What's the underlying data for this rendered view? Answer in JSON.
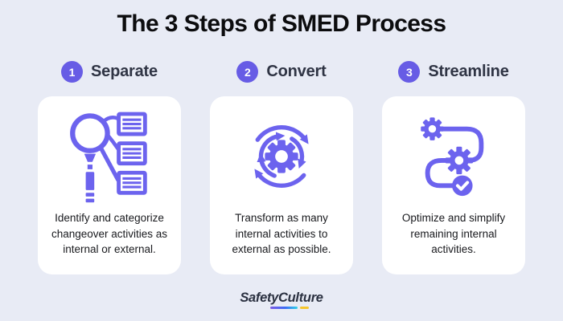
{
  "title": "The 3 Steps of SMED Process",
  "steps": [
    {
      "number": "1",
      "label": "Separate",
      "description": "Identify and categorize changeover activities as internal or external.",
      "icon": "magnifier-with-task-lists-icon"
    },
    {
      "number": "2",
      "label": "Convert",
      "description": "Transform as many internal activities to external as possible.",
      "icon": "gear-with-circular-arrows-icon"
    },
    {
      "number": "3",
      "label": "Streamline",
      "description": "Optimize and simplify remaining internal activities.",
      "icon": "winding-path-gears-check-icon"
    }
  ],
  "footer": {
    "brand": "SafetyCulture"
  },
  "colors": {
    "background": "#E8EBF5",
    "card": "#FFFFFF",
    "accent_purple": "#6C63EE",
    "badge_purple": "#675CE5",
    "title_text": "#0C0C0E",
    "heading_text": "#2F3444",
    "body_text": "#191A1E",
    "logo_text": "#2A3040",
    "underline_gradient": [
      "#7B5BE6",
      "#3D6BF4",
      "#2FD3E8"
    ],
    "underline_yellow": "#F5C52C"
  }
}
